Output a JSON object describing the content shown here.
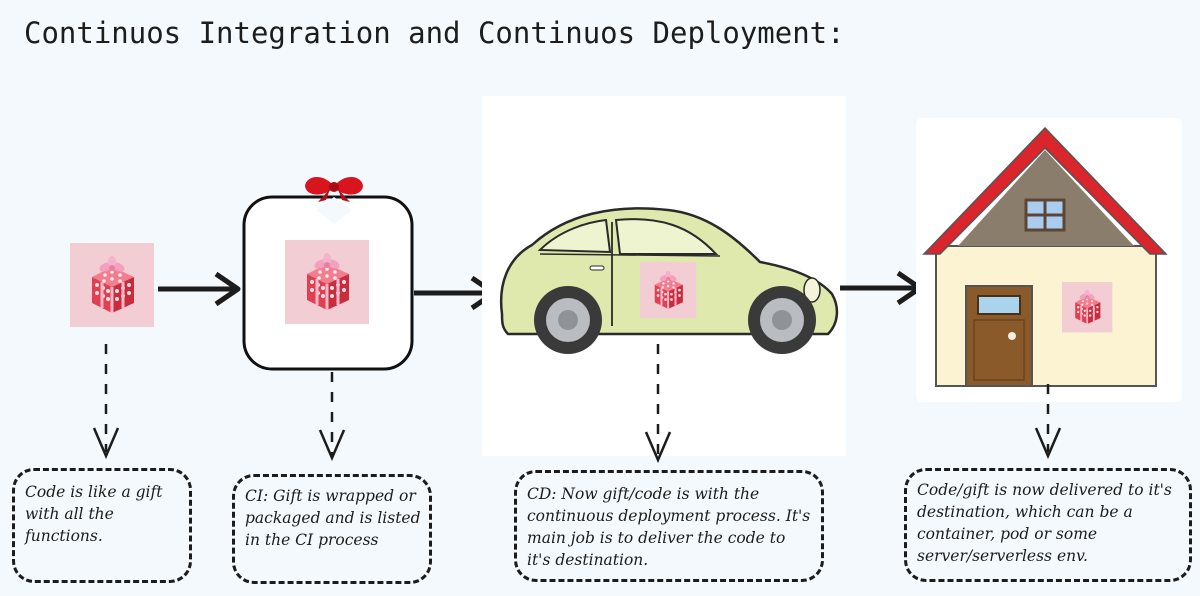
{
  "title": "Continuos Integration and Continuos Deployment:",
  "notes": {
    "code": "Code is like a gift with all the functions.",
    "ci": "CI: Gift is wrapped or packaged and is listed in the CI process",
    "cd": "CD: Now gift/code is with the continuous deployment process. It's main job is to deliver the code to it's destination.",
    "delivered": "Code/gift is now delivered to it's destination, which can be a container, pod or some server/serverless env."
  },
  "icons": [
    "gift-box-icon",
    "wrapped-box-icon",
    "ribbon-bow-icon",
    "car-icon",
    "house-icon",
    "arrow-right-icon",
    "dashed-arrow-down-icon"
  ],
  "colors": {
    "background": "#f4f9fd",
    "gift_backdrop": "#f2cdd3",
    "car_body": "#dfe8ad",
    "roof": "#d9252b",
    "house_wall": "#fbf3d2",
    "door": "#8b5a2b",
    "ink": "#1c1c1c"
  }
}
